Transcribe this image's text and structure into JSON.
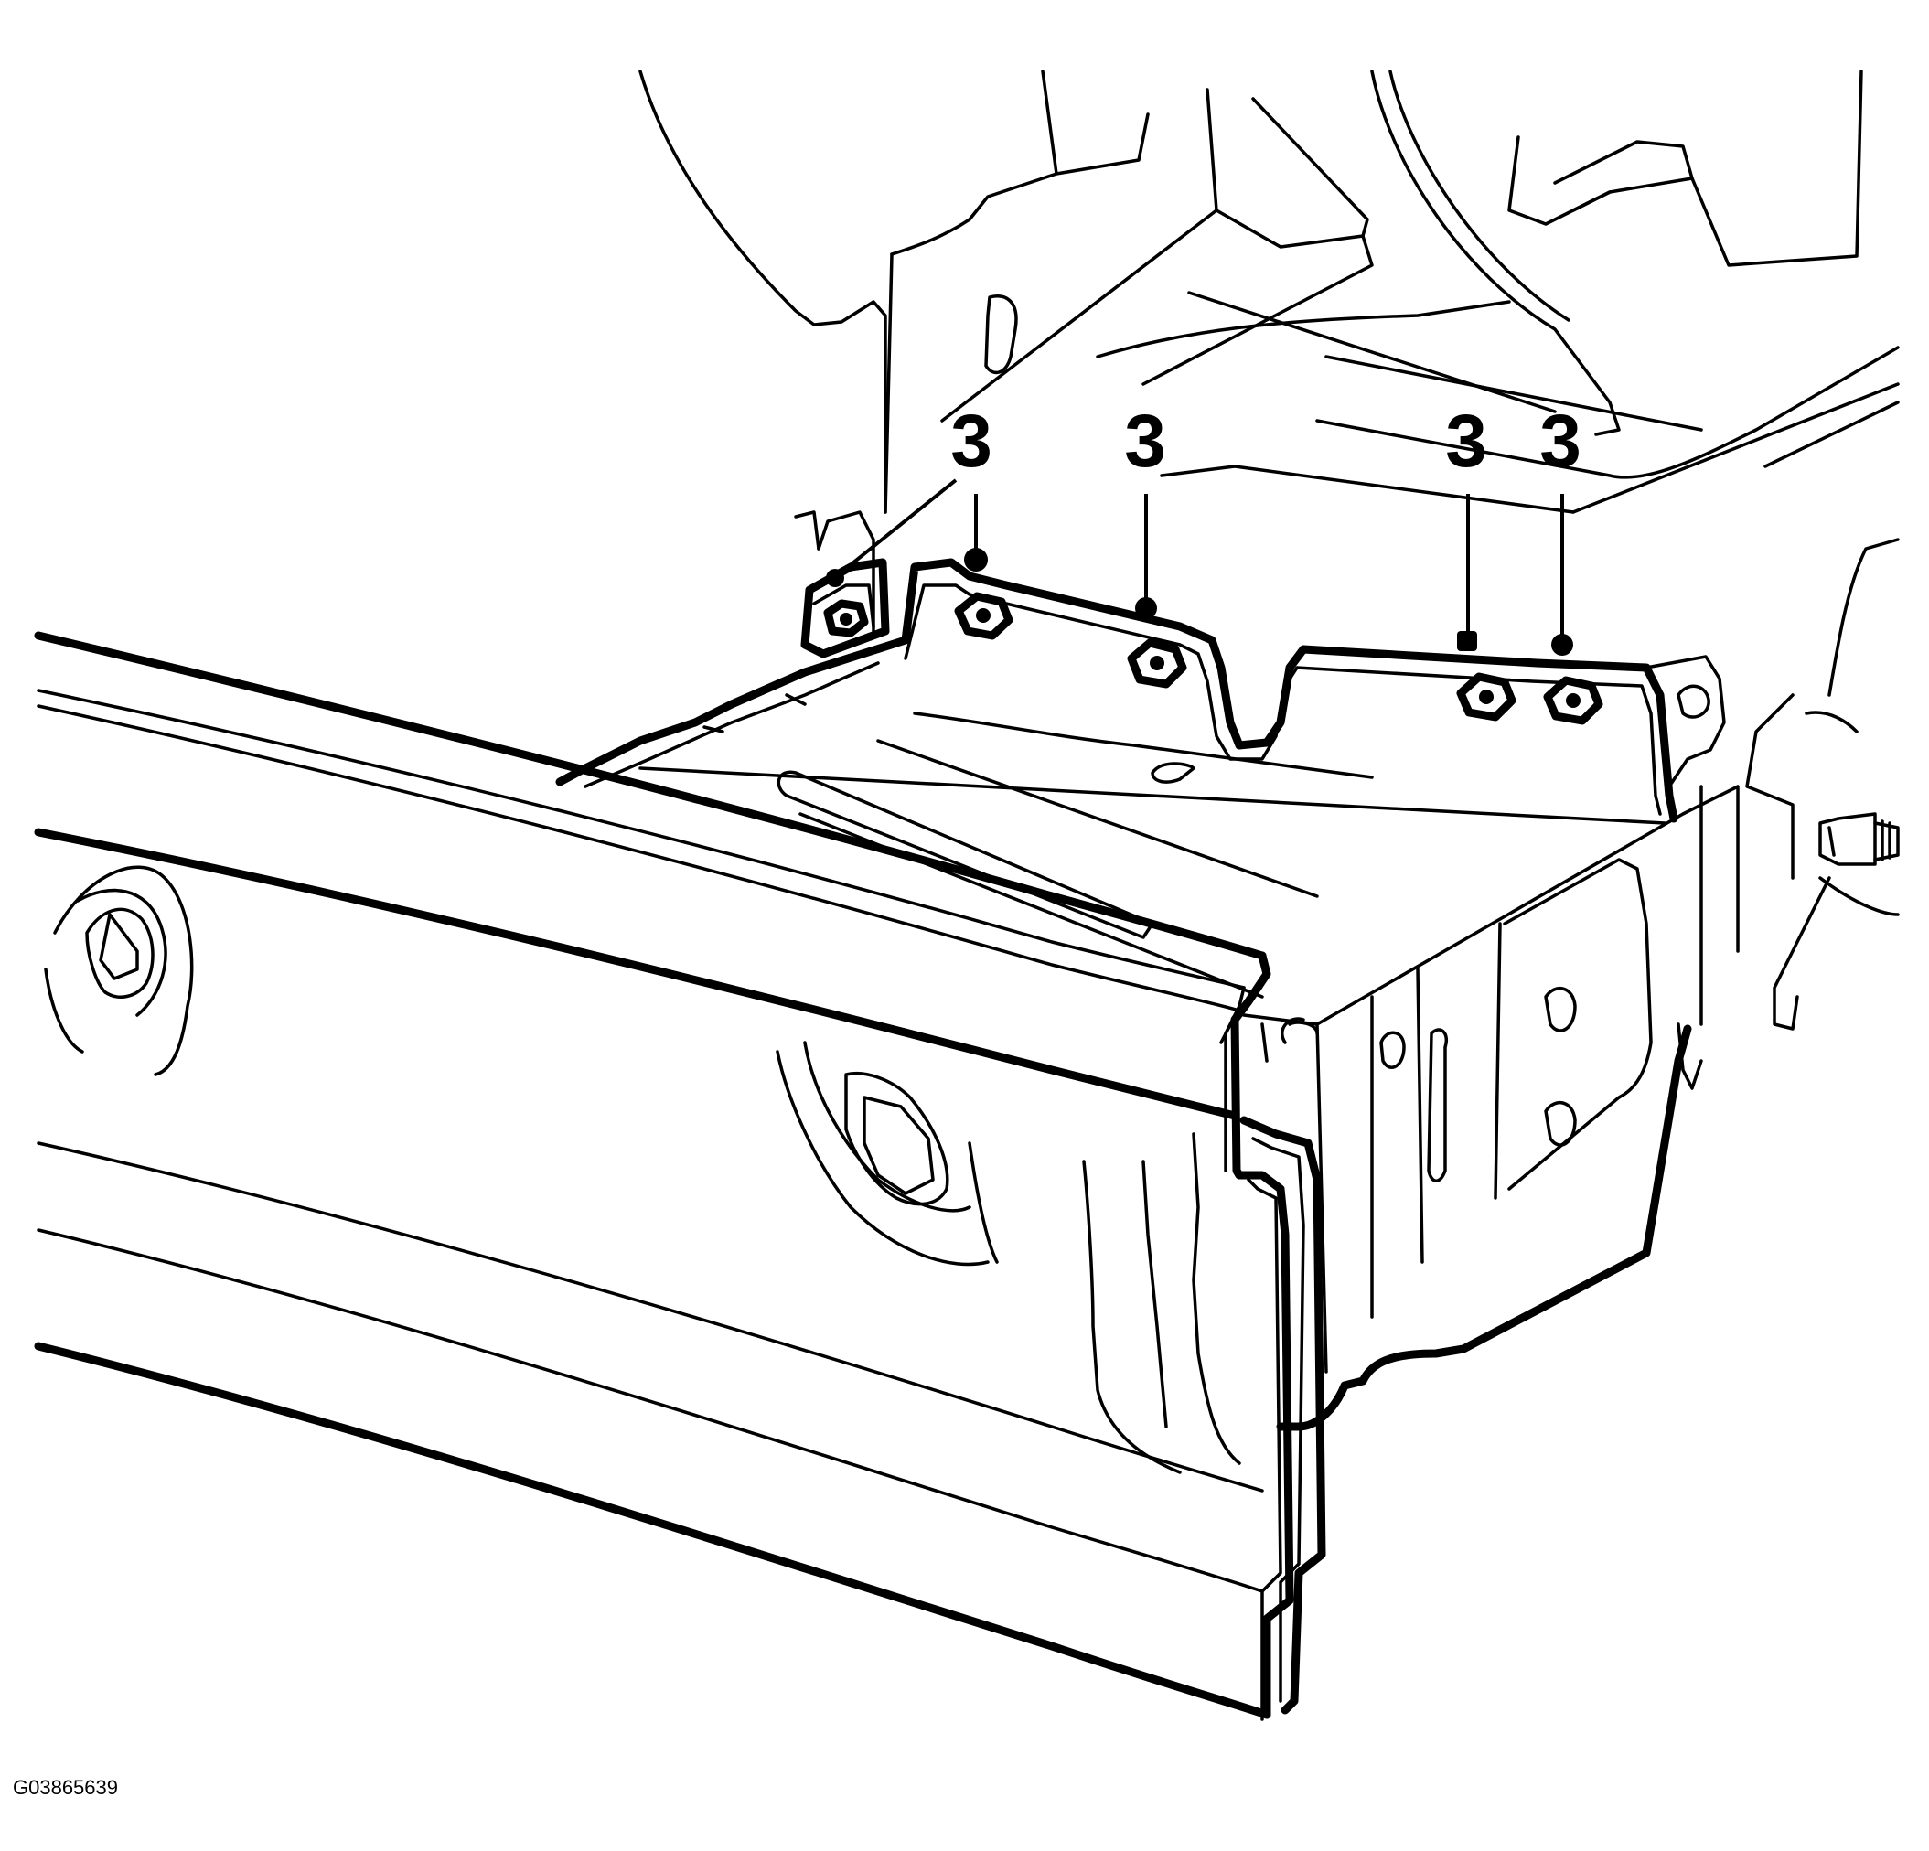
{
  "figure_id": "G03865639",
  "callouts": [
    {
      "label": "3",
      "target": "nut-left-flange"
    },
    {
      "label": "3",
      "target": "nut-left-top"
    },
    {
      "label": "3",
      "target": "nut-center"
    },
    {
      "label": "3",
      "target": "nut-right-1"
    },
    {
      "label": "3",
      "target": "nut-right-2"
    }
  ]
}
